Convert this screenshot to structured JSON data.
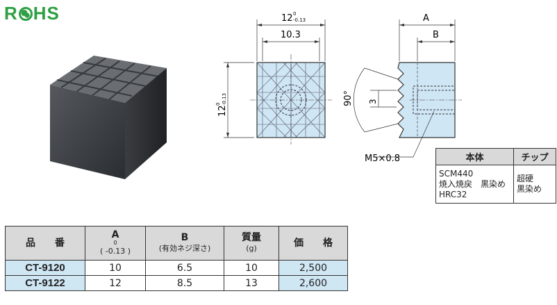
{
  "logo": {
    "text_left": "R",
    "text_right": "HS"
  },
  "drawing_front": {
    "width_dim": "12",
    "width_tol_upper": "0",
    "width_tol_lower": "-0.13",
    "inner_dim": "10.3",
    "height_dim": "12",
    "height_tol_upper": "0",
    "height_tol_lower": "-0.13"
  },
  "drawing_side": {
    "dim_a": "A",
    "dim_b": "B",
    "angle": "90°",
    "pitch": "3",
    "thread": "M5×0.8"
  },
  "material": {
    "headers": [
      "本体",
      "チップ"
    ],
    "body": [
      "SCM440",
      "焼入焼戻　黒染め",
      "HRC32"
    ],
    "tip": [
      "超硬",
      "黒染め"
    ]
  },
  "spec_table": {
    "headers": {
      "code": "品　　番",
      "a": "A",
      "a_sub": "( -0.13 )",
      "a_sub_top": "0",
      "b": "B",
      "b_sub": "(有効ネジ深さ)",
      "mass": "質量",
      "mass_sub": "(g)",
      "price": "価　　格"
    },
    "rows": [
      {
        "code": "CT-9120",
        "a": "10",
        "b": "6.5",
        "mass": "10",
        "price": "2,500"
      },
      {
        "code": "CT-9122",
        "a": "12",
        "b": "8.5",
        "mass": "13",
        "price": "2,600"
      }
    ]
  },
  "colors": {
    "part_fill": "#cfe6f5",
    "table_highlight": "#cfe6f3",
    "header_gray": "#d9d9d9",
    "logo_green": "#2ea043"
  }
}
